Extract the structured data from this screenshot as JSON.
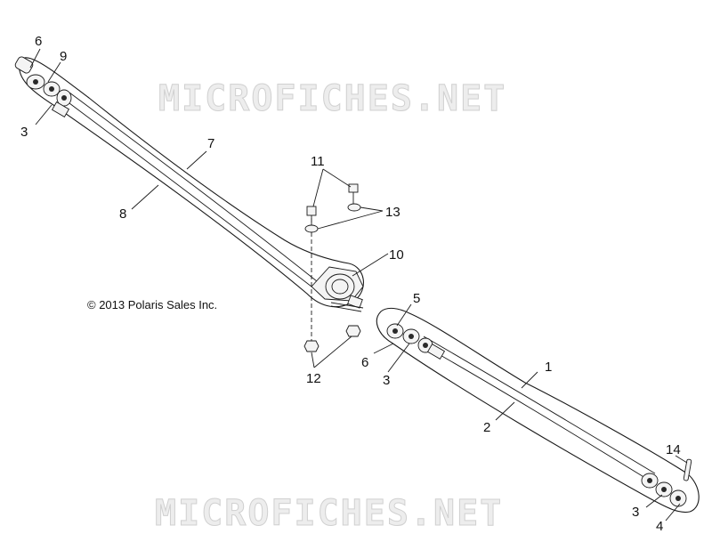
{
  "watermarks": [
    "MICROFICHES.NET",
    "MICROFICHES.NET"
  ],
  "copyright": "© 2013 Polaris Sales Inc.",
  "callouts": [
    {
      "id": "c6a",
      "text": "6"
    },
    {
      "id": "c9",
      "text": "9"
    },
    {
      "id": "c3a",
      "text": "3"
    },
    {
      "id": "c7",
      "text": "7"
    },
    {
      "id": "c8",
      "text": "8"
    },
    {
      "id": "c11",
      "text": "11"
    },
    {
      "id": "c13",
      "text": "13"
    },
    {
      "id": "c10",
      "text": "10"
    },
    {
      "id": "c5",
      "text": "5"
    },
    {
      "id": "c6b",
      "text": "6"
    },
    {
      "id": "c3b",
      "text": "3"
    },
    {
      "id": "c12",
      "text": "12"
    },
    {
      "id": "c1",
      "text": "1"
    },
    {
      "id": "c2",
      "text": "2"
    },
    {
      "id": "c14",
      "text": "14"
    },
    {
      "id": "c3c",
      "text": "3"
    },
    {
      "id": "c4",
      "text": "4"
    }
  ]
}
